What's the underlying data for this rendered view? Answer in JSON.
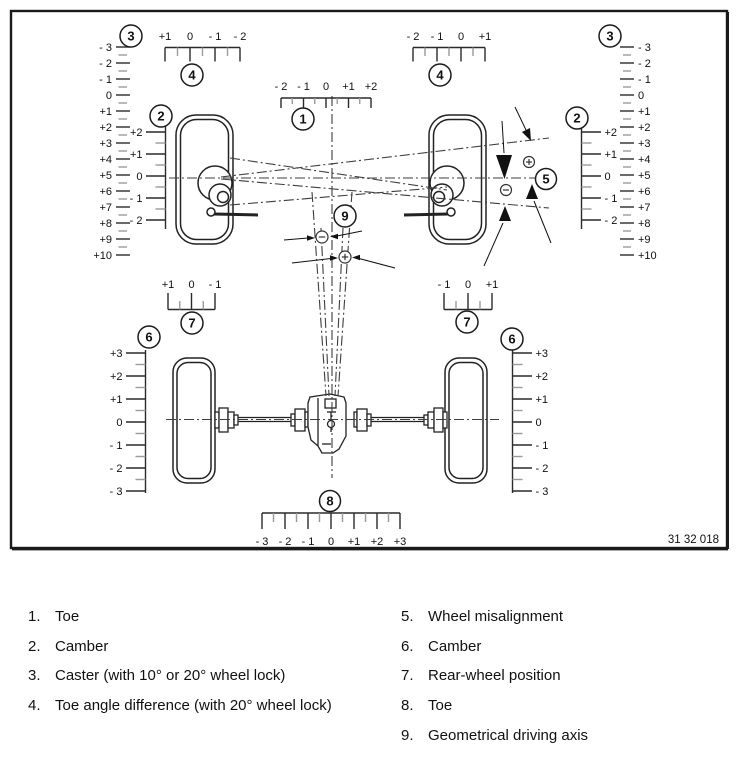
{
  "window": {
    "figure_number": "31 32 018"
  },
  "diagram": {
    "callouts": {
      "c1": "1",
      "c2": "2",
      "c3": "3",
      "c4": "4",
      "c5": "5",
      "c6": "6",
      "c7": "7",
      "c8": "8",
      "c9": "9"
    },
    "scales": {
      "caster_left": [
        "- 3",
        "- 2",
        "- 1",
        "0",
        "+1",
        "+2",
        "+3",
        "+4",
        "+5",
        "+6",
        "+7",
        "+8",
        "+9",
        "+10"
      ],
      "caster_right": [
        "- 3",
        "- 2",
        "- 1",
        "0",
        "+1",
        "+2",
        "+3",
        "+4",
        "+5",
        "+6",
        "+7",
        "+8",
        "+9",
        "+10"
      ],
      "camber_front_left": [
        "+2",
        "+1",
        "0",
        "- 1",
        "- 2"
      ],
      "camber_front_right": [
        "+2",
        "+1",
        "0",
        "- 1",
        "- 2"
      ],
      "toe_front": [
        "- 2",
        "- 1",
        "0",
        "+1",
        "+2"
      ],
      "toe_diff_left": [
        "+1",
        "0",
        "- 1",
        "- 2"
      ],
      "toe_diff_right": [
        "- 2",
        "- 1",
        "0",
        "+1"
      ],
      "rear_wheel_pos_left": [
        "+1",
        "0",
        "- 1"
      ],
      "rear_wheel_pos_right": [
        "- 1",
        "0",
        "+1"
      ],
      "camber_rear_left": [
        "+3",
        "+2",
        "+1",
        "0",
        "- 1",
        "- 2",
        "- 3"
      ],
      "camber_rear_right": [
        "+3",
        "+2",
        "+1",
        "0",
        "- 1",
        "- 2",
        "- 3"
      ],
      "toe_rear": [
        "- 3",
        "- 2",
        "- 1",
        "0",
        "+1",
        "+2",
        "+3"
      ]
    }
  },
  "legend": {
    "items": [
      {
        "num": "1.",
        "label": "Toe"
      },
      {
        "num": "2.",
        "label": "Camber"
      },
      {
        "num": "3.",
        "label": "Caster (with 10° or 20° wheel lock)"
      },
      {
        "num": "4.",
        "label": "Toe angle difference (with 20° wheel lock)"
      },
      {
        "num": "5.",
        "label": "Wheel misalignment"
      },
      {
        "num": "6.",
        "label": "Camber"
      },
      {
        "num": "7.",
        "label": "Rear-wheel position"
      },
      {
        "num": "8.",
        "label": "Toe"
      },
      {
        "num": "9.",
        "label": "Geometrical driving axis"
      }
    ]
  }
}
